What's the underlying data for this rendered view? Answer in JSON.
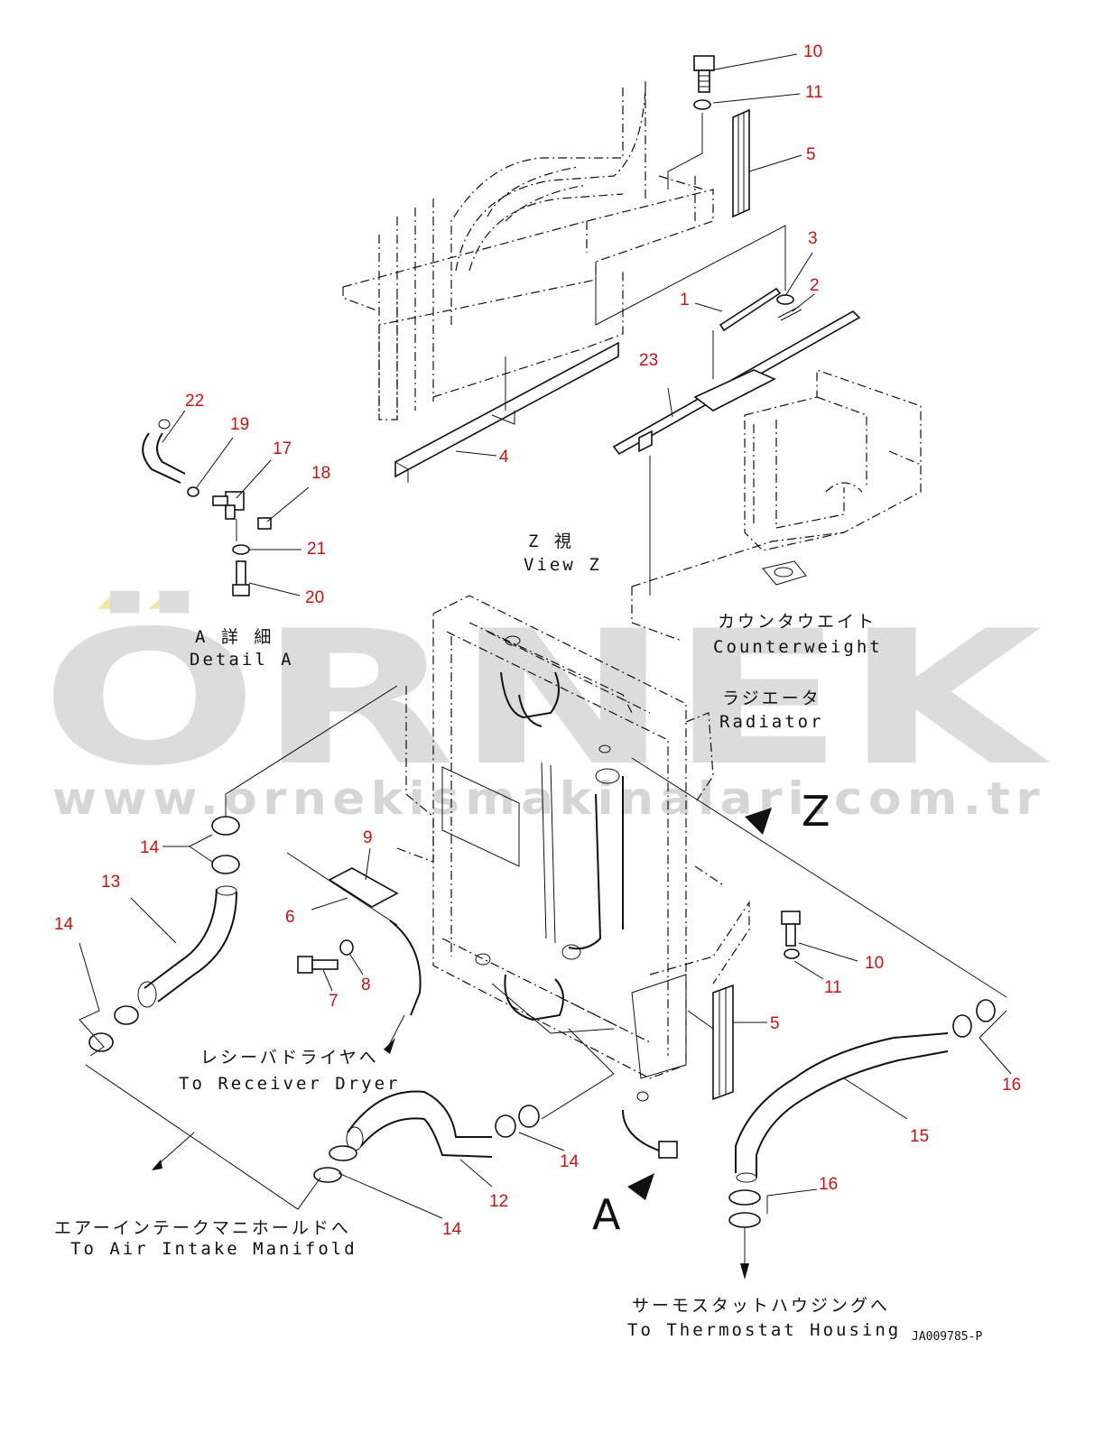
{
  "watermark": {
    "brand": "ÖRNEK",
    "url": "www.ornekismakinalari.com.tr"
  },
  "callouts": {
    "c10a": "10",
    "c11a": "11",
    "c5a": "5",
    "c3": "3",
    "c2": "2",
    "c1": "1",
    "c23": "23",
    "c4": "4",
    "c22": "22",
    "c19": "19",
    "c17": "17",
    "c18": "18",
    "c21": "21",
    "c20": "20",
    "c14a": "14",
    "c13": "13",
    "c14b": "14",
    "c9": "9",
    "c6": "6",
    "c8": "8",
    "c7": "7",
    "c10b": "10",
    "c11b": "11",
    "c5b": "5",
    "c16a": "16",
    "c15": "15",
    "c14c": "14",
    "c12": "12",
    "c14d": "14",
    "c16b": "16"
  },
  "labels": {
    "view_z_jp": "Z  視",
    "view_z_en": "View Z",
    "detail_a_jp": "A 詳 細",
    "detail_a_en": "Detail A",
    "counterweight_jp": "カウンタウエイト",
    "counterweight_en": "Counterweight",
    "radiator_jp": "ラジエータ",
    "radiator_en": "Radiator",
    "receiver_jp": "レシーバドライヤへ",
    "receiver_en": "To Receiver Dryer",
    "manifold_jp": "エアーインテークマニホールドへ",
    "manifold_en": "To Air Intake Manifold",
    "thermostat_jp": "サーモスタットハウジングへ",
    "thermostat_en": "To Thermostat Housing",
    "arrow_z": "Z",
    "arrow_a": "A",
    "drawing_code": "JA009785-P"
  }
}
